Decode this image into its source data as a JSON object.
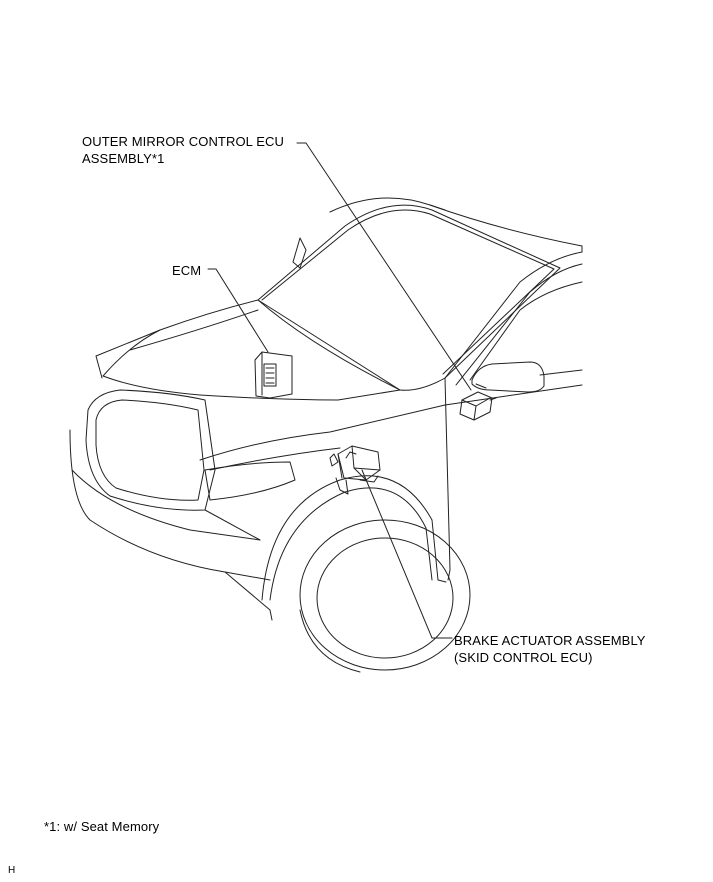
{
  "labels": {
    "outer_mirror_line1": "OUTER MIRROR CONTROL ECU",
    "outer_mirror_line2": "ASSEMBLY*1",
    "ecm": "ECM",
    "brake_line1": "BRAKE ACTUATOR ASSEMBLY",
    "brake_line2": "(SKID CONTROL ECU)"
  },
  "footnote": "*1: w/ Seat Memory",
  "corner_mark": "H"
}
